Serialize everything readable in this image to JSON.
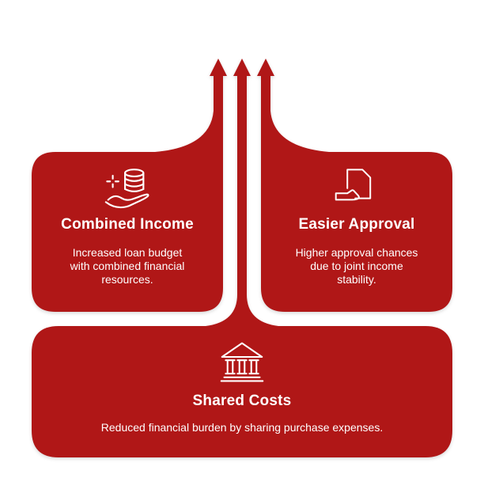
{
  "colors": {
    "primary_red": "#B01717",
    "text_on_red": "#FFFFFF",
    "background": "#FFFFFF"
  },
  "diagram": {
    "type": "benefits-infographic",
    "arrows": {
      "count": 3,
      "direction": "up"
    },
    "cards": [
      {
        "id": "combined-income",
        "icon": "coins-in-hand-icon",
        "title": "Combined Income",
        "description": "Increased loan budget with combined financial resources.",
        "description_lines": [
          "Increased loan budget",
          "with combined financial",
          "resources."
        ]
      },
      {
        "id": "easier-approval",
        "icon": "document-approval-icon",
        "title": "Easier Approval",
        "description": "Higher approval chances due to joint income stability.",
        "description_lines": [
          "Higher approval chances",
          "due to joint income",
          "stability."
        ]
      },
      {
        "id": "shared-costs",
        "icon": "bank-building-icon",
        "title": "Shared Costs",
        "description": "Reduced financial burden by sharing purchase expenses.",
        "description_lines": [
          "Reduced financial burden by sharing purchase expenses."
        ]
      }
    ]
  }
}
